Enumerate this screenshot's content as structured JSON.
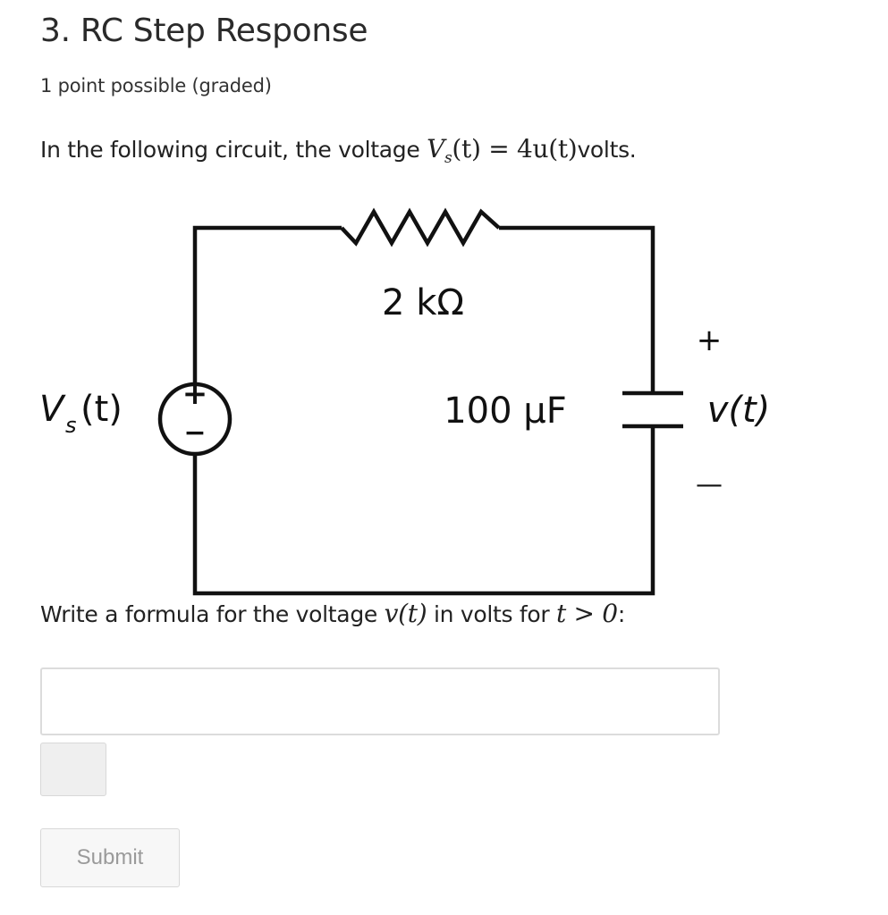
{
  "problem": {
    "title": "3. RC Step Response",
    "points": "1 point possible (graded)",
    "statement_prefix": "In the following circuit, the voltage ",
    "statement_math_var": "V",
    "statement_math_sub": "s",
    "statement_math_rest": "(t) = 4u(t)",
    "statement_suffix": "volts.",
    "prompt_prefix": "Write a formula for the voltage ",
    "prompt_math_var": "v(t)",
    "prompt_mid": " in volts for ",
    "prompt_math_cond": "t > 0",
    "prompt_suffix": ":"
  },
  "circuit": {
    "resistor_label": "2 kΩ",
    "capacitor_label": "100 μF",
    "source_label_var": "V",
    "source_label_sub": "s",
    "source_label_rest": "(t)",
    "source_plus": "+",
    "source_minus": "−",
    "output_plus": "+",
    "output_minus": "—",
    "output_label": "v(t)"
  },
  "answer": {
    "value": "",
    "placeholder": ""
  },
  "actions": {
    "submit_label": "Submit"
  }
}
